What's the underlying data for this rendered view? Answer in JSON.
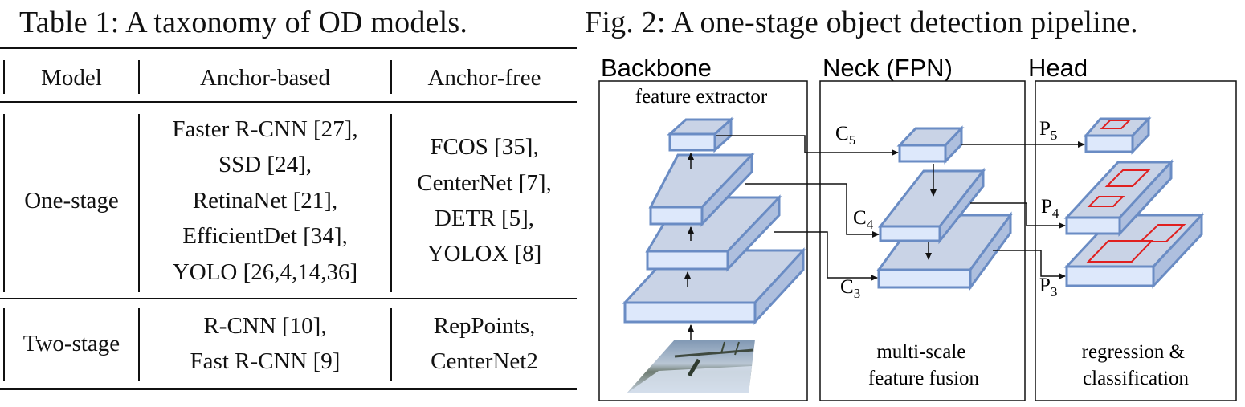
{
  "table": {
    "caption": "Table 1: A taxonomy of OD models.",
    "headers": [
      "Model",
      "Anchor-based",
      "Anchor-free"
    ],
    "rows": [
      {
        "model": "One-stage",
        "anchor_based": [
          "Faster R-CNN [27],",
          "SSD [24],",
          "RetinaNet [21],",
          "EfficientDet [34],",
          "YOLO [26,4,14,36]"
        ],
        "anchor_free": [
          "FCOS [35],",
          "CenterNet [7],",
          "DETR [5],",
          "YOLOX [8]"
        ]
      },
      {
        "model": "Two-stage",
        "anchor_based": [
          "R-CNN [10],",
          "Fast R-CNN [9]"
        ],
        "anchor_free": [
          "RepPoints,",
          "CenterNet2"
        ]
      }
    ]
  },
  "figure": {
    "caption": "Fig. 2: A one-stage object detection pipeline.",
    "backbone": {
      "title": "Backbone",
      "subtitle": "feature extractor"
    },
    "neck": {
      "title": "Neck (FPN)",
      "description": [
        "multi-scale",
        "feature fusion"
      ]
    },
    "head": {
      "title": "Head",
      "description": [
        "regression &",
        "classification"
      ]
    },
    "labels": {
      "c5": {
        "base": "C",
        "sub": "5"
      },
      "c4": {
        "base": "C",
        "sub": "4"
      },
      "c3": {
        "base": "C",
        "sub": "3"
      },
      "p5": {
        "base": "P",
        "sub": "5"
      },
      "p4": {
        "base": "P",
        "sub": "4"
      },
      "p3": {
        "base": "P",
        "sub": "3"
      }
    },
    "colors": {
      "layer_top": "#c9d3e6",
      "layer_front": "#dde8fb",
      "layer_side": "#aebfde",
      "layer_stroke": "#6a8cc4",
      "box_highlight": "#e02020",
      "line": "#111111"
    }
  }
}
